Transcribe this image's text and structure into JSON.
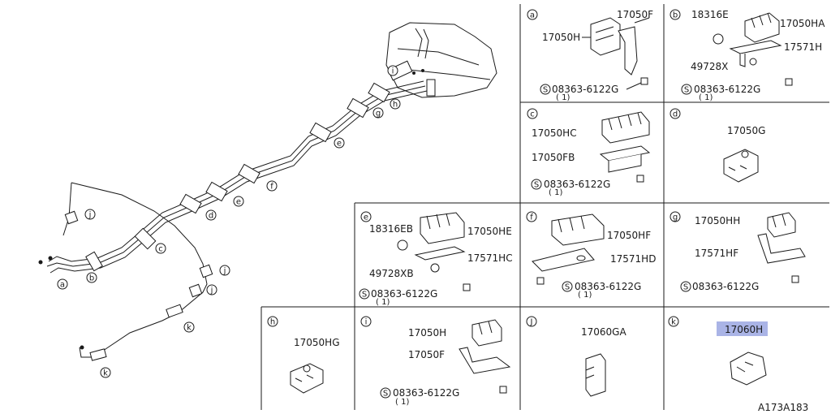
{
  "diagram_code": "A173A183",
  "overview_callouts": [
    "a",
    "b",
    "c",
    "d",
    "e",
    "f",
    "g",
    "h",
    "i",
    "j",
    "k"
  ],
  "detail_panels": {
    "a": {
      "letter": "a",
      "parts": [
        "17050F",
        "17050H",
        "08363-6122G",
        "( 1)"
      ]
    },
    "b": {
      "letter": "b",
      "parts": [
        "18316E",
        "17050HA",
        "17571H",
        "49728X",
        "08363-6122G",
        "( 1)"
      ]
    },
    "c": {
      "letter": "c",
      "parts": [
        "17050HC",
        "17050FB",
        "08363-6122G",
        "( 1)"
      ]
    },
    "d": {
      "letter": "d",
      "parts": [
        "17050G"
      ]
    },
    "e": {
      "letter": "e",
      "parts": [
        "18316EB",
        "17050HE",
        "17571HC",
        "49728XB",
        "08363-6122G",
        "( 1)"
      ]
    },
    "f": {
      "letter": "f",
      "parts": [
        "17050HF",
        "17571HD",
        "08363-6122G",
        "( 1)"
      ]
    },
    "g": {
      "letter": "g",
      "parts": [
        "17050HH",
        "17571HF",
        "08363-6122G"
      ]
    },
    "h": {
      "letter": "h",
      "parts": [
        "17050HG"
      ]
    },
    "i": {
      "letter": "i",
      "parts": [
        "17050H",
        "17050F",
        "08363-6122G",
        "( 1)"
      ]
    },
    "j": {
      "letter": "J",
      "parts": [
        "17060GA"
      ]
    },
    "k": {
      "letter": "k",
      "parts": [
        "17060H"
      ]
    }
  },
  "screw_symbol": "S",
  "highlight_color": "#aab4e6"
}
